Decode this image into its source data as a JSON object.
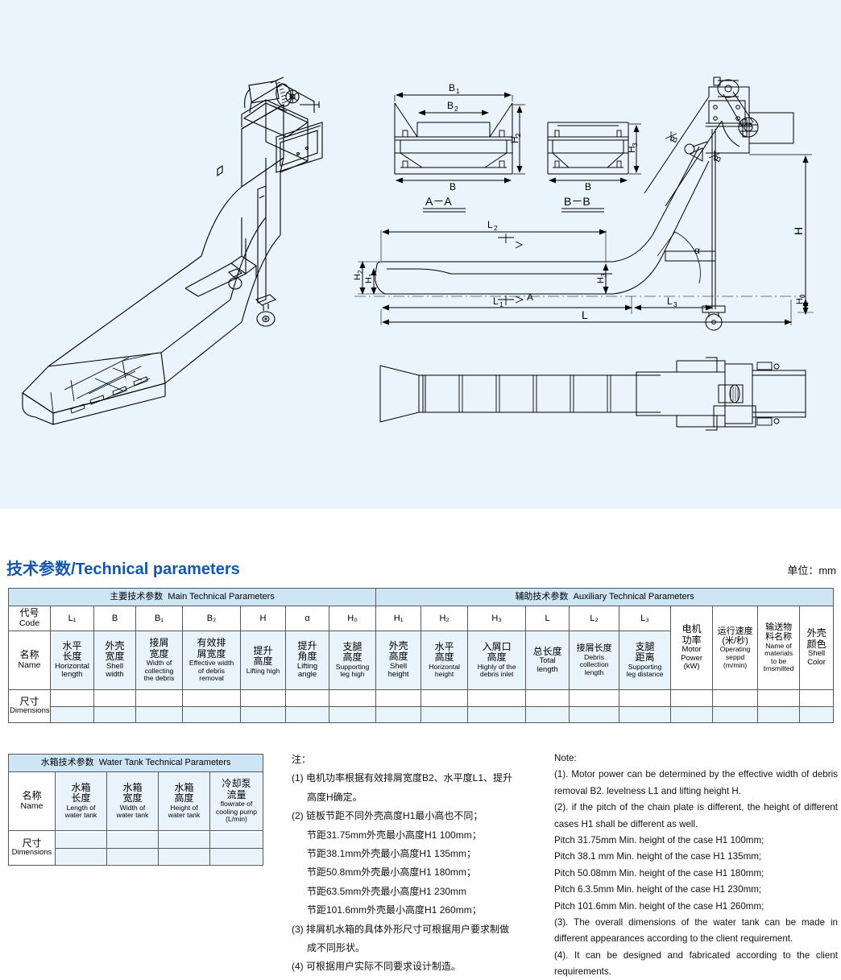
{
  "section": {
    "title": "技术参数/Technical parameters",
    "unit": "单位：mm"
  },
  "drawing": {
    "labels": {
      "b": "B",
      "b1": "B₁",
      "b2": "B₂",
      "h": "H",
      "h0": "H₀",
      "h1": "H₁",
      "h2": "H₂",
      "h3": "H₃",
      "l": "L",
      "l1": "L₁",
      "l2": "L₂",
      "l3": "L₃",
      "alpha": "α",
      "secA": "A",
      "secB": "B",
      "viewAA": "A–A",
      "viewBB": "B–B"
    }
  },
  "main_table": {
    "group_headers": [
      {
        "zh": "主要技术参数",
        "en": "Main Technical Parameters"
      },
      {
        "zh": "辅助技术参数",
        "en": "Auxiliary Technical Parameters"
      }
    ],
    "row_label_code": {
      "zh": "代号",
      "en": "Code"
    },
    "row_label_name": {
      "zh": "名称",
      "en": "Name"
    },
    "row_label_dim": {
      "zh": "尺寸",
      "en": "Dimensions"
    },
    "columns": [
      {
        "code": "L₁",
        "zh": "水平\n长度",
        "en": "Horizontal\nlength"
      },
      {
        "code": "B",
        "zh": "外壳\n宽度",
        "en": "Shell\nwidth"
      },
      {
        "code": "B₁",
        "zh": "接屑\n宽度",
        "en": "Width of\ncollecting\nthe debris"
      },
      {
        "code": "B₂",
        "zh": "有效排\n屑宽度",
        "en": "Effective width\nof debris\nremoval"
      },
      {
        "code": "H",
        "zh": "提升\n高度",
        "en": "Lifting high"
      },
      {
        "code": "α",
        "zh": "提升\n角度",
        "en": "Lifting\nangle"
      },
      {
        "code": "H₀",
        "zh": "支腿\n高度",
        "en": "Supporting\nleg high"
      },
      {
        "code": "H₁",
        "zh": "外壳\n高度",
        "en": "Shell\nheight"
      },
      {
        "code": "H₂",
        "zh": "水平\n高度",
        "en": "Horizontal\nheight"
      },
      {
        "code": "H₃",
        "zh": "入屑口\n高度",
        "en": "Highly of the\ndebris inlet"
      },
      {
        "code": "L",
        "zh": "总长度",
        "en": "Total\nlength"
      },
      {
        "code": "L₂",
        "zh": "接屑长度",
        "en": "Debris\ncollection\nlength"
      },
      {
        "code": "L₃",
        "zh": "支腿\n距离",
        "en": "Supporting\nleg distance"
      },
      {
        "code": "",
        "zh": "电机\n功率",
        "en": "Motor\nPower\n(kW)"
      },
      {
        "code": "",
        "zh": "运行速度\n(米/秒)",
        "en": "Operating\nseppd\n(m/min)"
      },
      {
        "code": "",
        "zh": "输送物\n料名称",
        "en": "Name of\nmaterials\nto be\ntrnsmitted"
      },
      {
        "code": "",
        "zh": "外壳\n颜色",
        "en": "Shell\nColor"
      }
    ],
    "dimension_values": [
      "",
      "",
      "",
      "",
      "",
      "",
      "",
      "",
      "",
      "",
      "",
      "",
      "",
      "",
      "",
      "",
      ""
    ]
  },
  "tank_table": {
    "group_header": {
      "zh": "水箱技术参数",
      "en": "Water Tank Technical Parameters"
    },
    "row_label_name": {
      "zh": "名称",
      "en": "Name"
    },
    "row_label_dim": {
      "zh": "尺寸",
      "en": "Dimensions"
    },
    "columns": [
      {
        "zh": "水箱\n长度",
        "en": "Length of\nwater tank"
      },
      {
        "zh": "水箱\n宽度",
        "en": "Width of\nwater tank"
      },
      {
        "zh": "水箱\n高度",
        "en": "Height of\nwater tank"
      },
      {
        "zh": "冷却泵\n流量",
        "en": "flowrate of\ncooling pump\n(L/min)"
      }
    ],
    "dimension_values": [
      "",
      "",
      "",
      ""
    ]
  },
  "notes_zh": {
    "heading": "注：",
    "items": [
      "(1) 电机功率根据有效排屑宽度B2、水平度L1、提升",
      "高度H确定。",
      "(2) 链板节距不同外壳高度H1最小高也不同；",
      "节距31.75mm外壳最小高度H1 100mm；",
      "节距38.1mm外壳最小高度H1 135mm；",
      "节距50.8mm外壳最小高度H1 180mm；",
      "节距63.5mm外壳最小高度H1 230mm",
      "节距101.6mm外壳最小高度H1 260mm；",
      "(3) 排屑机水箱的具体外形尺寸可根据用户要求制做",
      "成不同形状。",
      "(4) 可根据用户实际不同要求设计制造。"
    ]
  },
  "notes_en": {
    "heading": "Note:",
    "items": [
      "(1). Motor power can be determined by the effective width of debris removal B2. levelness L1 and lifting height H.",
      "(2). if the pitch of the chain plate is different, the height of different cases H1 shall be different as well.",
      "Pitch 31.75mm Min. height of the case H1 100mm;",
      "Pitch 38.1 mm Min. height of the case H1 135mm;",
      "Pitch 50.08mm Min. height of the case H1 180mm;",
      "Pitch 6.3.5mm Min. height of the case H1 230mm;",
      "Pitch 101.6mm Min. height of the case H1 260mm;",
      "(3). The overall dimensions of the water tank can be made in different appearances according to the client requirement.",
      "(4). It can be designed and fabricated according to the client requirements."
    ]
  },
  "colors": {
    "panel_bg": "#e9f4fc",
    "title": "#1457a8",
    "band": "#cde5f5",
    "name_row": "#e8f3fb",
    "line": "#1a1a1a"
  }
}
